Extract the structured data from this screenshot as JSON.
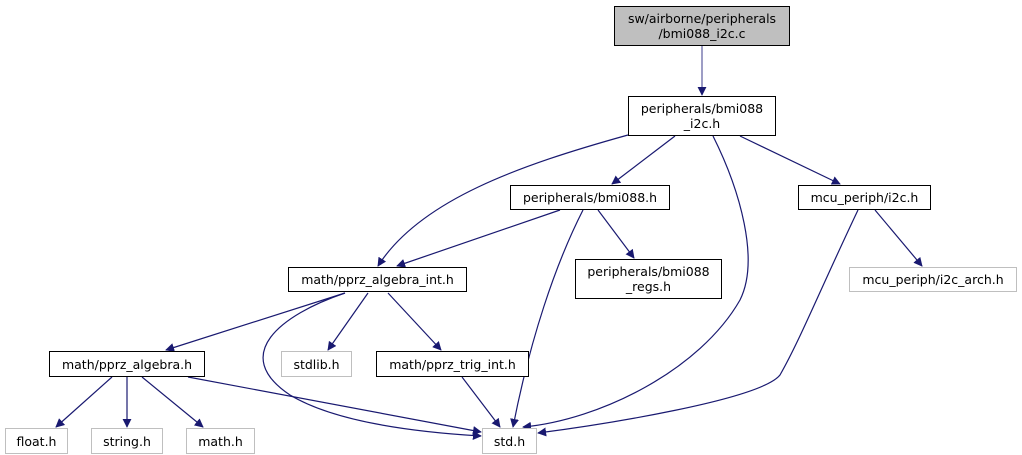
{
  "graph": {
    "edge_color": "#191970",
    "nodes": [
      {
        "id": "root",
        "label": "sw/airborne/peripherals\n/bmi088_i2c.c",
        "kind": "root"
      },
      {
        "id": "bmi088_i2c_h",
        "label": "peripherals/bmi088\n_i2c.h",
        "kind": "doc"
      },
      {
        "id": "bmi088_h",
        "label": "peripherals/bmi088.h",
        "kind": "doc"
      },
      {
        "id": "i2c_h",
        "label": "mcu_periph/i2c.h",
        "kind": "doc"
      },
      {
        "id": "algebra_int",
        "label": "math/pprz_algebra_int.h",
        "kind": "doc"
      },
      {
        "id": "regs",
        "label": "peripherals/bmi088\n_regs.h",
        "kind": "doc"
      },
      {
        "id": "i2c_arch",
        "label": "mcu_periph/i2c_arch.h",
        "kind": "ext"
      },
      {
        "id": "algebra",
        "label": "math/pprz_algebra.h",
        "kind": "doc"
      },
      {
        "id": "stdlib",
        "label": "stdlib.h",
        "kind": "ext"
      },
      {
        "id": "trig",
        "label": "math/pprz_trig_int.h",
        "kind": "doc"
      },
      {
        "id": "float",
        "label": "float.h",
        "kind": "ext"
      },
      {
        "id": "string",
        "label": "string.h",
        "kind": "ext"
      },
      {
        "id": "math",
        "label": "math.h",
        "kind": "doc_ext"
      },
      {
        "id": "std",
        "label": "std.h",
        "kind": "ext"
      }
    ],
    "edges": [
      {
        "from": "root",
        "to": "bmi088_i2c_h"
      },
      {
        "from": "bmi088_i2c_h",
        "to": "bmi088_h"
      },
      {
        "from": "bmi088_i2c_h",
        "to": "algebra_int"
      },
      {
        "from": "bmi088_i2c_h",
        "to": "std"
      },
      {
        "from": "bmi088_i2c_h",
        "to": "i2c_h"
      },
      {
        "from": "bmi088_h",
        "to": "algebra_int"
      },
      {
        "from": "bmi088_h",
        "to": "std"
      },
      {
        "from": "bmi088_h",
        "to": "regs"
      },
      {
        "from": "i2c_h",
        "to": "i2c_arch"
      },
      {
        "from": "i2c_h",
        "to": "std"
      },
      {
        "from": "algebra_int",
        "to": "algebra"
      },
      {
        "from": "algebra_int",
        "to": "stdlib"
      },
      {
        "from": "algebra_int",
        "to": "trig"
      },
      {
        "from": "algebra_int",
        "to": "std"
      },
      {
        "from": "algebra",
        "to": "float"
      },
      {
        "from": "algebra",
        "to": "string"
      },
      {
        "from": "algebra",
        "to": "math"
      },
      {
        "from": "algebra",
        "to": "std"
      },
      {
        "from": "trig",
        "to": "std"
      }
    ]
  }
}
